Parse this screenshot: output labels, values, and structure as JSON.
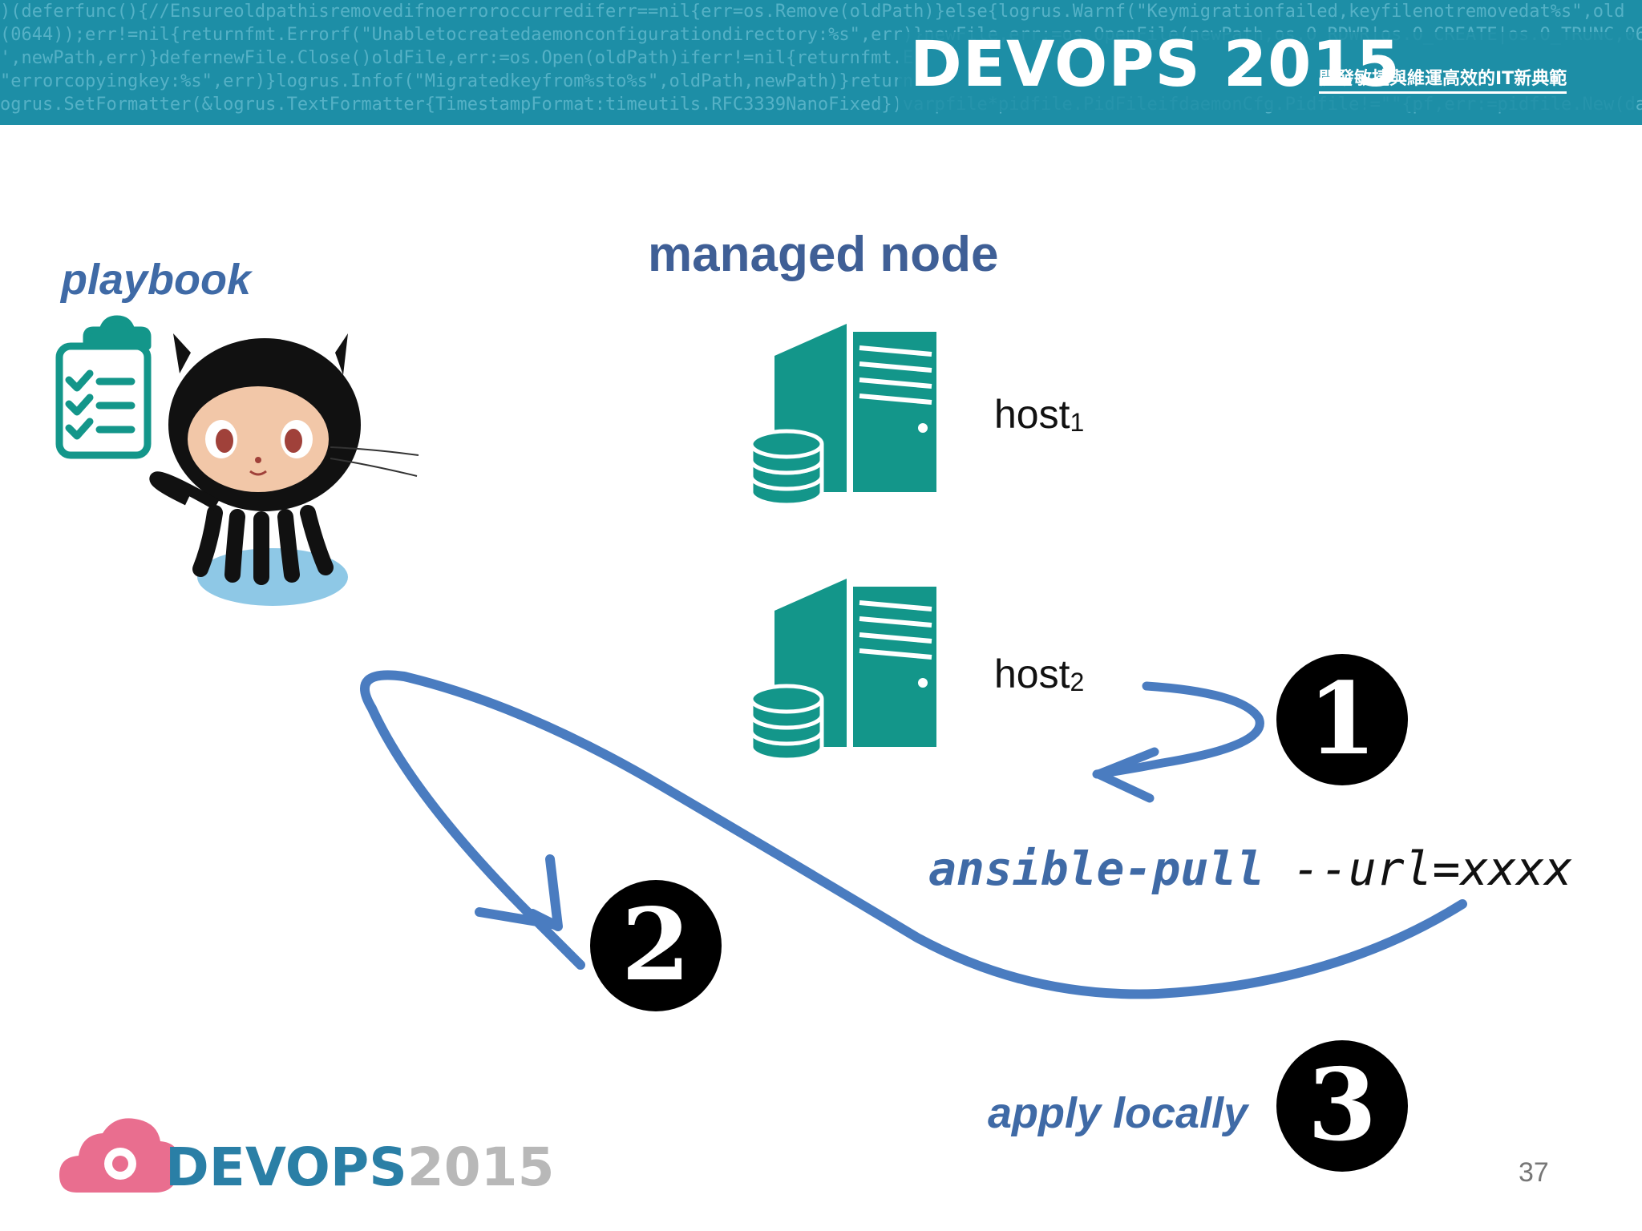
{
  "banner": {
    "code_lines": [
      ")(deferfunc(){//Ensureoldpathisremovedifnoerroroccurrediferr==nil{err=os.Remove(oldPath)}else{logrus.Warnf(\"Keymigrationfailed,keyfilenotremovedat%s\",old",
      "(0644));err!=nil{returnfmt.Errorf(\"Unabletocreatedaemonconfigurationdirectory:%s\",err)}newFile,err:=os.OpenFile(newPath,os.O_RDWR|os.O_CREATE|os.O_TRUNC,06",
      "',newPath,err)}defernewFile.Close()oldFile,err:=os.Open(oldPath)iferr!=nil{returnfmt.E",
      "\"errorcopyingkey:%s\",err)}logrus.Infof(\"Migratedkeyfrom%sto%s\",oldPath,newPath)}return",
      "ogrus.SetFormatter(&logrus.TextFormatter{TimestampFormat:timeutils.RFC3339NanoFixed})varpfile*pidfile.PidFileifdaemonCfg.Pidfile!=\"\"{pf,err:=pidfile.New(da"
    ],
    "title": "DEVOPS 2015",
    "subtitle": "開發敏捷與維運高效的IT新典範"
  },
  "labels": {
    "playbook": "playbook",
    "managed_node": "managed node",
    "host1": "host",
    "host1_sub": "1",
    "host2": "host",
    "host2_sub": "2",
    "command_name": "ansible-pull",
    "command_args": " --url=xxxx",
    "apply": "apply locally"
  },
  "steps": {
    "one": "1",
    "two": "2",
    "three": "3"
  },
  "footer": {
    "brand": "DEVOPS",
    "year": "2015",
    "page_number": "37"
  },
  "colors": {
    "banner": "#1d8ea6",
    "accent_blue": "#3f6aa6",
    "server_teal": "#13968a",
    "arrow_blue": "#4a7cc0",
    "octocat_black": "#111111"
  },
  "icons": [
    "clipboard-checklist-icon",
    "octocat-icon",
    "server-database-icon",
    "curved-arrow-icon",
    "cloud-gear-icon"
  ]
}
